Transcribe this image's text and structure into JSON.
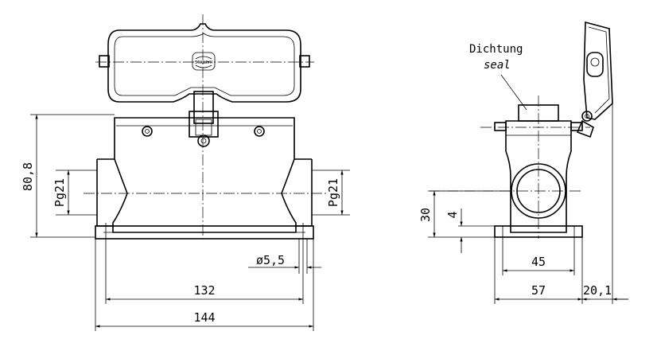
{
  "labels": {
    "seal_de": "Dichtung",
    "seal_en": "seal",
    "logo_text": "HARTING"
  },
  "dimensions": {
    "height_total": "80,8",
    "gland_left": "Pg21",
    "gland_right": "Pg21",
    "hole_dia": "ø5,5",
    "hole_spacing": "132",
    "base_length": "144",
    "height_axis": "30",
    "flange_thickness": "4",
    "side_hole_spacing": "45",
    "side_base_width": "57",
    "lid_offset": "20,1"
  }
}
